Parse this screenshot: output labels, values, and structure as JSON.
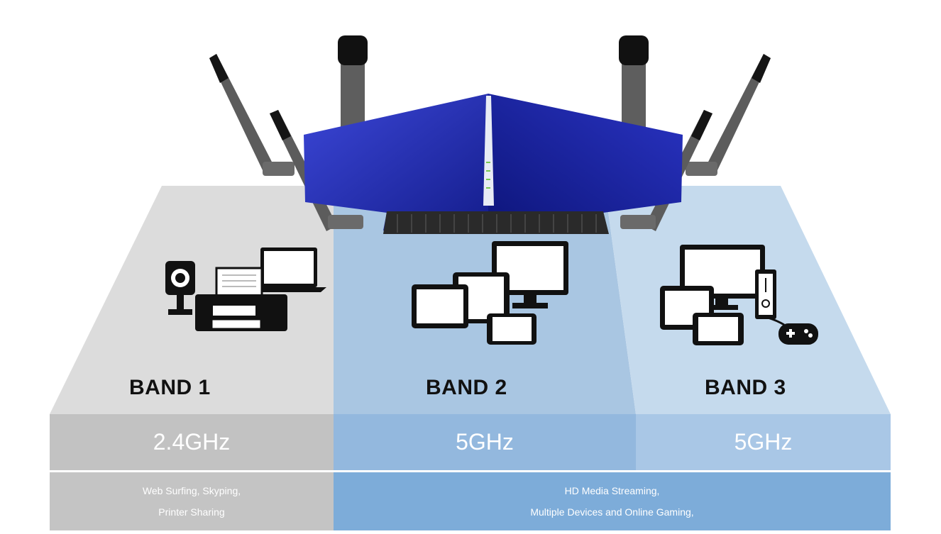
{
  "bands": [
    {
      "title": "BAND 1",
      "frequency": "2.4GHz",
      "uses": [
        "Web Surfing, Skyping,",
        "Printer Sharing"
      ]
    },
    {
      "title": "BAND 2",
      "frequency": "5GHz"
    },
    {
      "title": "BAND 3",
      "frequency": "5GHz"
    }
  ],
  "shared_uses": [
    "HD Media Streaming,",
    "Multiple Devices and Online Gaming,"
  ],
  "colors": {
    "band1_panel": "#dcdcdc",
    "band1_freq": "#c2c2c2",
    "band2_panel": "#a9c6e2",
    "band2_freq": "#93b8de",
    "band3_panel": "#c5daed",
    "band3_freq": "#a9c7e6",
    "uses_blue": "#7dacd9",
    "router_blue": "#2530b5",
    "antenna": "#5c5c5c"
  }
}
